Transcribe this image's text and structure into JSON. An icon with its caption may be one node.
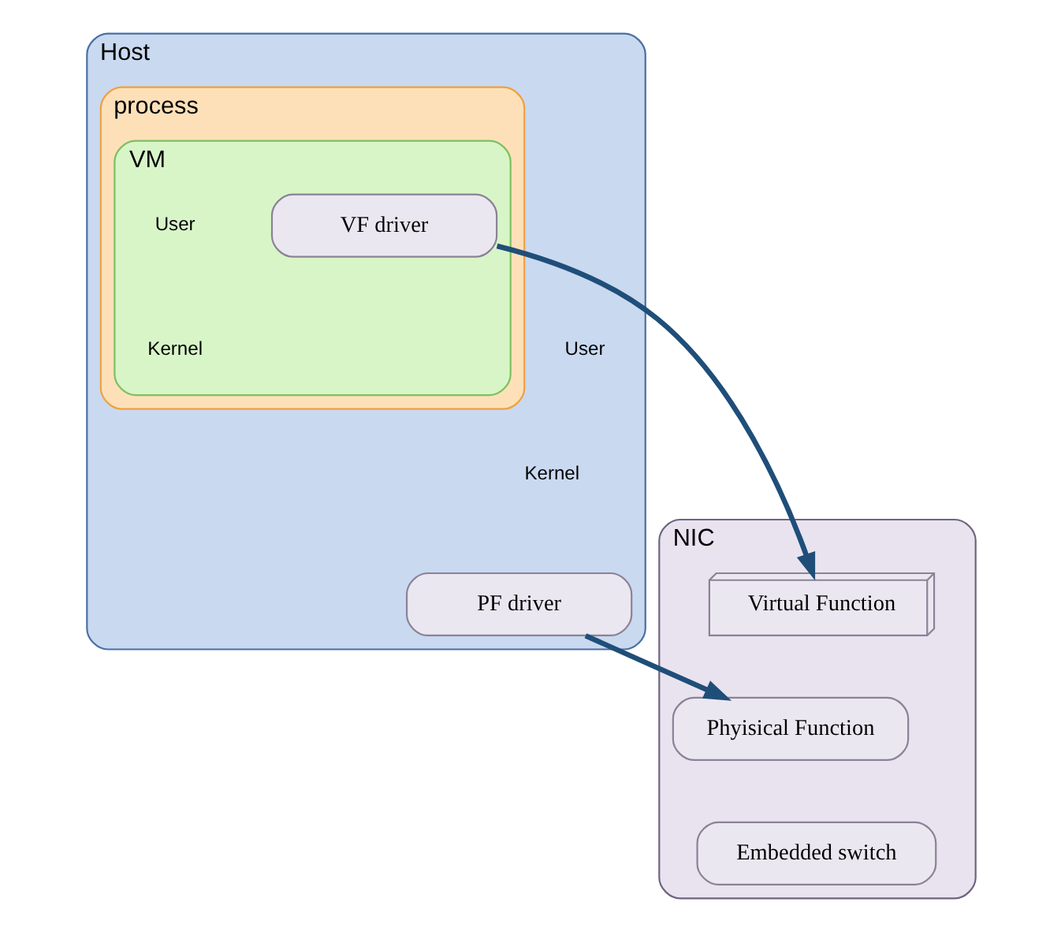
{
  "diagram": {
    "nodes": [
      {
        "text": [
          "Host"
        ]
      },
      {
        "text": [
          "process"
        ],
        "in": 0
      },
      {
        "text": [
          "VM"
        ],
        "in": 1
      },
      {
        "text": [
          "VF driver"
        ],
        "in": 2
      },
      {
        "text": [
          "PF driver"
        ],
        "in": 0
      },
      {
        "text": [
          "NIC"
        ]
      },
      {
        "text": [
          "Phyisical Function"
        ],
        "in": 5
      },
      {
        "text": [
          "Virtual Function"
        ],
        "in": 5
      },
      {
        "text": [
          "Embedded switch"
        ],
        "in": 5
      }
    ],
    "edges": [
      {
        "from": 3,
        "to": 7,
        "arrow": "to"
      },
      {
        "from": 4,
        "to": 6,
        "arrow": "to"
      }
    ],
    "labels": [
      "User",
      "Kernel",
      "User",
      "Kernel"
    ]
  }
}
